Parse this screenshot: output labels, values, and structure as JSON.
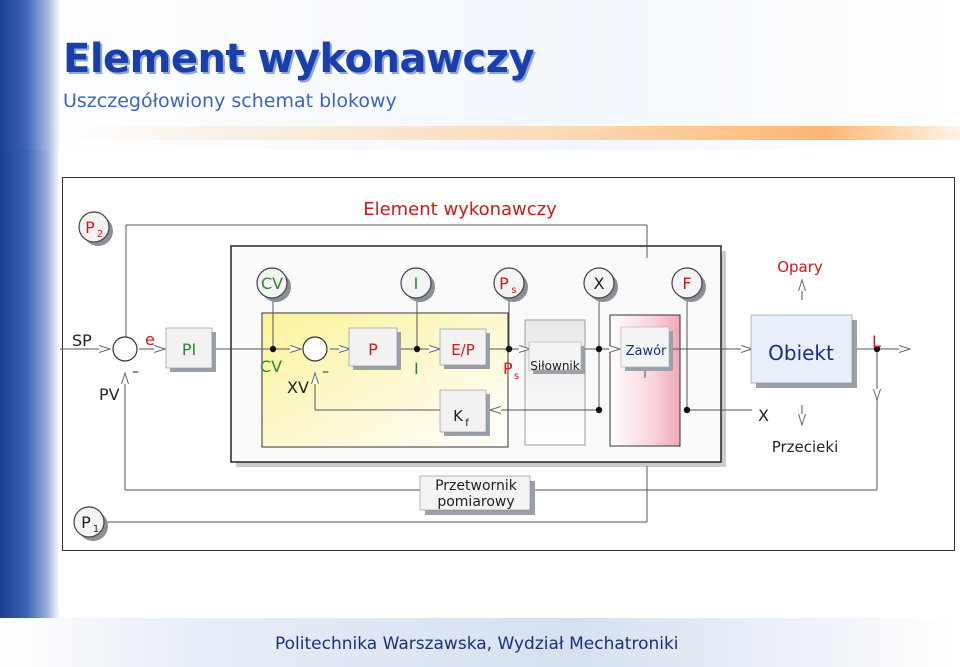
{
  "title": "Element wykonawczy",
  "subtitle": "Uszczegółowiony schemat blokowy",
  "footer": "Politechnika Warszawska, Wydział Mechatroniki",
  "diagram": {
    "header": "Element wykonawczy",
    "p2": {
      "main": "P",
      "sub": "2"
    },
    "p1": {
      "main": "P",
      "sub": "1"
    },
    "top_circles": {
      "cv": "CV",
      "i": "I",
      "ps": {
        "main": "P",
        "sub": "s"
      },
      "x": "X",
      "f": "F"
    },
    "opary": "Opary",
    "przecieki": "Przecieki",
    "signals": {
      "sp": "SP",
      "e": "e",
      "pv": "PV",
      "cv": "CV",
      "xv": "XV",
      "i": "I",
      "ps": {
        "main": "P",
        "sub": "s"
      },
      "x": "X",
      "l": "L",
      "minus": "–"
    },
    "blocks": {
      "pi": "PI",
      "p": "P",
      "ep": "E/P",
      "silownik": "Siłownik",
      "zawor": "Zawór",
      "kf": {
        "main": "K",
        "sub": "f"
      },
      "obiekt": "Obiekt",
      "przetwornik_line1": "Przetwornik",
      "przetwornik_line2": "pomiarowy"
    },
    "colors": {
      "title": "#1a3fa8",
      "subtitle": "#3d63c8",
      "red_text": "#d01818",
      "green_text": "#2a8a2a",
      "block_face": "#f2f2f2",
      "block_shadow": "#9aa0aa",
      "obiekt_face": "#e8eefa",
      "yellow_zone": "#fbf6b0",
      "red_zone": "#f6c4d0",
      "line": "#555555"
    }
  }
}
